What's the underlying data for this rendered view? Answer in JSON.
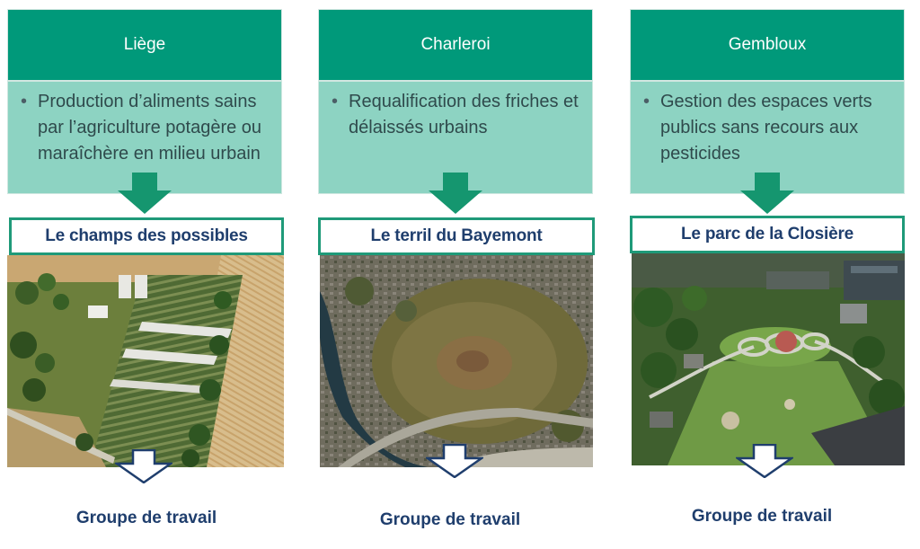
{
  "columns": [
    {
      "city": "Liège",
      "description": "Production d’aliments sains par l’agriculture potagère ou maraîchère en milieu urbain",
      "site": "Le champs des possibles",
      "photo_alt": "Vue aérienne de potagers et de champs",
      "outcome": "Groupe de travail"
    },
    {
      "city": "Charleroi",
      "description": "Requalification des friches et délaissés urbains",
      "site": "Le terril du Bayemont",
      "photo_alt": "Vue aérienne d'un terril entouré de quartiers et d'un canal",
      "outcome": "Groupe de travail"
    },
    {
      "city": "Gembloux",
      "description": "Gestion des espaces verts publics sans recours aux pesticides",
      "site": "Le parc de la Closière",
      "photo_alt": "Vue aérienne d'un parc public avec chemins circulaires",
      "outcome": "Groupe de travail"
    }
  ],
  "colors": {
    "header_green": "#00997a",
    "description_mint": "#8dd3c2",
    "label_border": "#1f9a79",
    "text_navy": "#1f3e6d"
  }
}
